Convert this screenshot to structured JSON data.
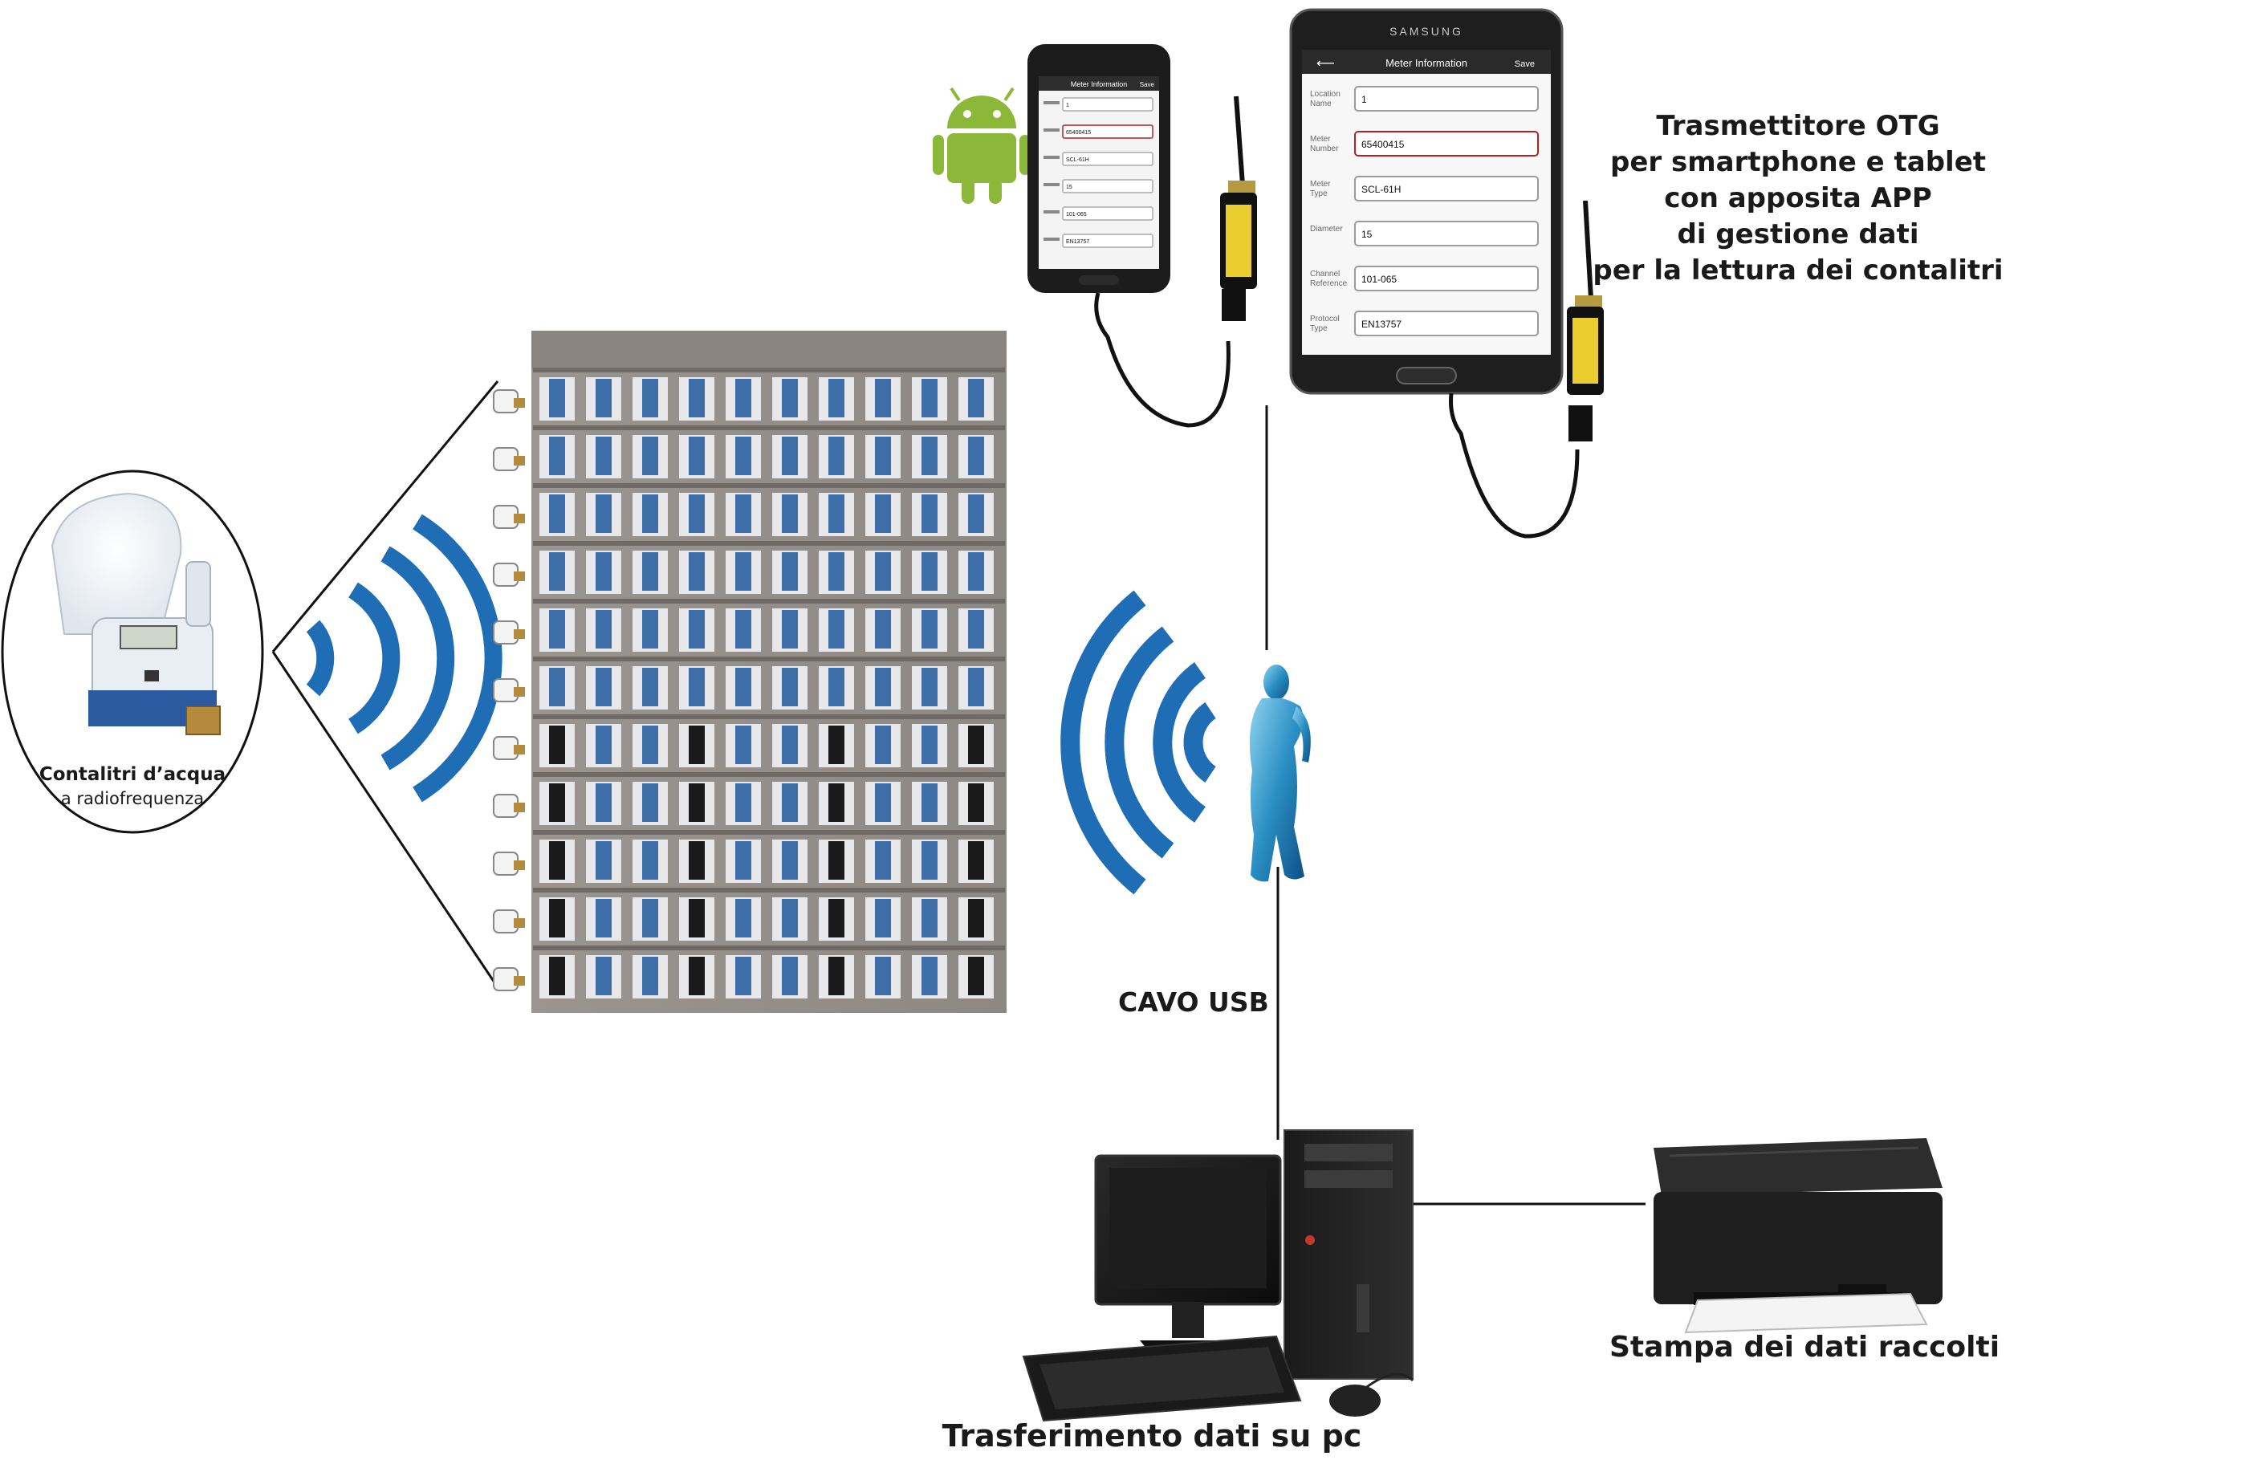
{
  "labels": {
    "meter_line1": "Contalitri d’acqua",
    "meter_line2": "a radiofrequenza",
    "otg_lines": [
      "Trasmettitore OTG",
      "per smartphone e tablet",
      "con apposita APP",
      "di gestione dati",
      "per la lettura dei contalitri"
    ],
    "usb_cable": "CAVO USB",
    "pc_transfer": "Trasferimento dati su pc",
    "print": "Stampa dei dati raccolti"
  },
  "tablet": {
    "brand": "SAMSUNG",
    "title": "Meter Information",
    "save": "Save",
    "fields": [
      {
        "label1": "Location",
        "label2": "Name",
        "value": "1"
      },
      {
        "label1": "Meter",
        "label2": "Number",
        "value": "65400415"
      },
      {
        "label1": "Meter",
        "label2": "Type",
        "value": "SCL-61H"
      },
      {
        "label1": "Diameter",
        "label2": "",
        "value": "15"
      },
      {
        "label1": "Channel",
        "label2": "Reference",
        "value": "101-065"
      },
      {
        "label1": "Protocol",
        "label2": "Type",
        "value": "EN13757"
      }
    ]
  },
  "phone": {
    "title": "Meter Information",
    "save": "Save"
  },
  "colors": {
    "wifi_blue": "#1e6db5",
    "line": "#111111",
    "highlight_field": "#b22222",
    "android_green": "#8cb83a"
  },
  "icons": [
    "android-icon",
    "wifi-icon",
    "water-meter-icon",
    "usb-dongle-icon",
    "person-icon",
    "computer-icon",
    "printer-icon"
  ]
}
